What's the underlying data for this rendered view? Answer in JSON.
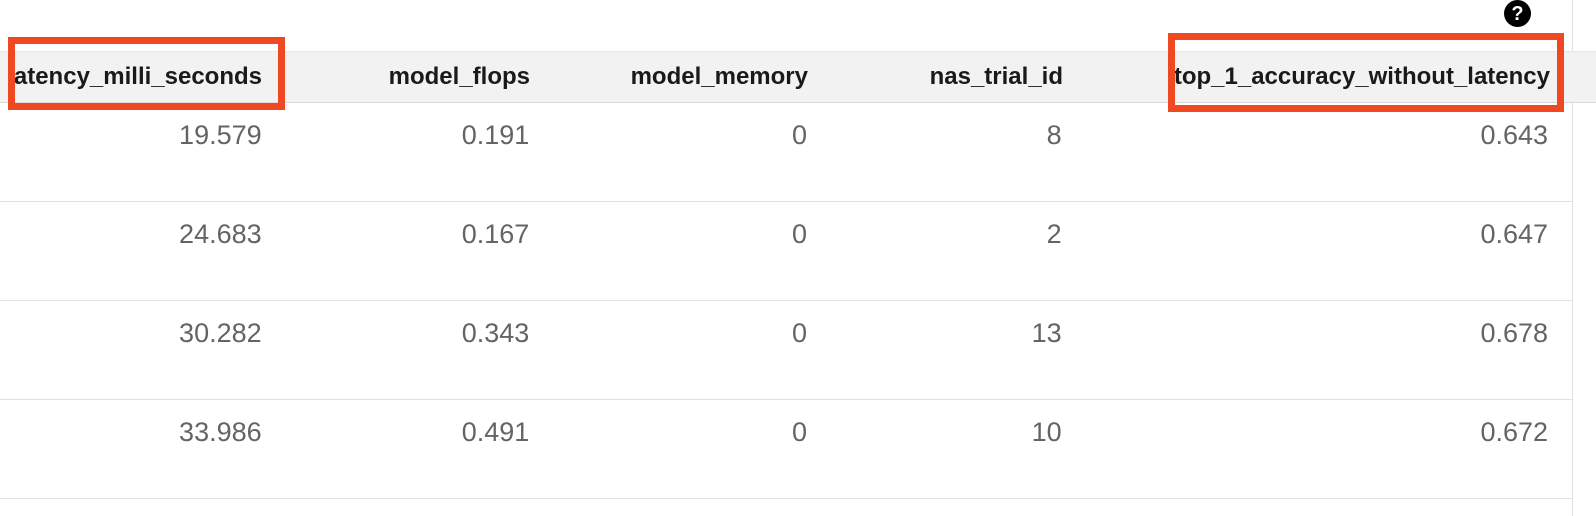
{
  "help": {
    "glyph": "?"
  },
  "table": {
    "columns": [
      "latency_milli_seconds",
      "model_flops",
      "model_memory",
      "nas_trial_id",
      "top_1_accuracy_without_latency"
    ],
    "rows": [
      [
        "19.579",
        "0.191",
        "0",
        "8",
        "0.643"
      ],
      [
        "24.683",
        "0.167",
        "0",
        "2",
        "0.647"
      ],
      [
        "30.282",
        "0.343",
        "0",
        "13",
        "0.678"
      ],
      [
        "33.986",
        "0.491",
        "0",
        "10",
        "0.672"
      ]
    ],
    "highlighted_columns": [
      "latency_milli_seconds",
      "top_1_accuracy_without_latency"
    ]
  },
  "colors": {
    "annotation_highlight": "#f04820",
    "header_background": "#f2f2f2",
    "row_divider": "#e0e0e0",
    "header_text": "#1a1a1a",
    "data_text": "#646464"
  }
}
